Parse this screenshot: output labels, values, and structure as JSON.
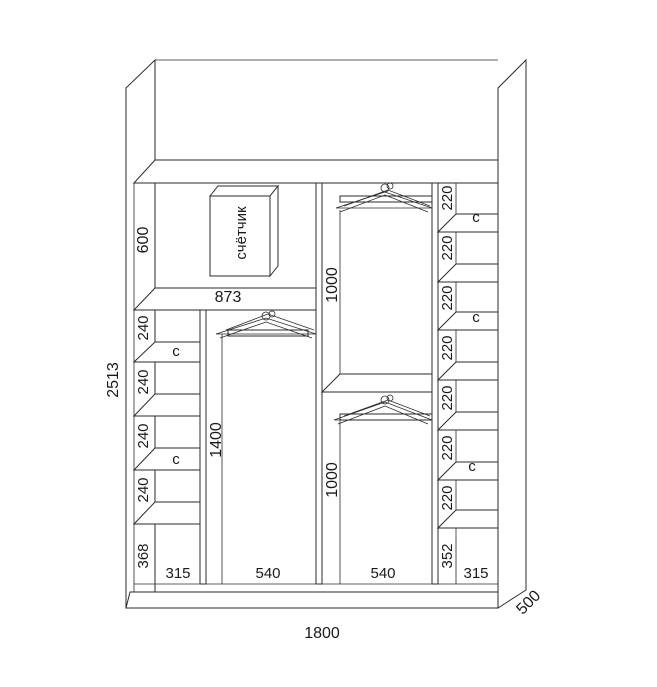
{
  "dimensions": {
    "total_height": "2513",
    "total_width": "1800",
    "depth": "500",
    "top_compartment_height": "600",
    "top_compartment_width": "873",
    "hanging_center_top": "1000",
    "hanging_center_bottom": "1000",
    "hanging_left_long": "1400",
    "left_shelf_1": "240",
    "left_shelf_2": "240",
    "left_shelf_3": "240",
    "left_shelf_4": "240",
    "left_bottom": "368",
    "right_shelf_1": "220",
    "right_shelf_2": "220",
    "right_shelf_3": "220",
    "right_shelf_4": "220",
    "right_shelf_5": "220",
    "right_shelf_6": "220",
    "right_shelf_7": "220",
    "right_bottom": "352",
    "width_left_column": "315",
    "width_hanging_left": "540",
    "width_hanging_center": "540",
    "width_right_column": "315"
  },
  "labels": {
    "meter_box": "счётчик",
    "shelf_mark": "с"
  }
}
